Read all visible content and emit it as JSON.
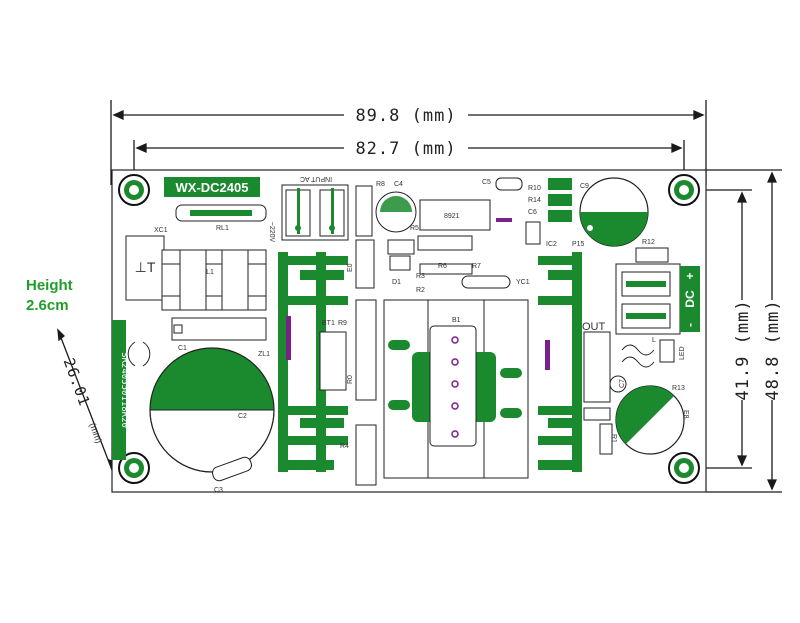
{
  "height_note": {
    "line1": "Height",
    "line2": "2.6cm"
  },
  "dimensions": {
    "overall_width": "89.8 (mm)",
    "hole_spacing_width": "82.7 (mm)",
    "hole_spacing_height": "41.9 (mm)",
    "overall_height": "48.8 (mm)",
    "diagonal_value": "26.01",
    "diagonal_unit": "(mm)"
  },
  "board": {
    "model": "WX-DC2405",
    "input_label": "INPUT AC",
    "voltage_label": "~220V",
    "output_label": "OUT",
    "dc_label": "DC",
    "dc_plus": "+",
    "dc_minus": "-",
    "side_code": "SR240550118R20",
    "components": {
      "xc1": "XC1",
      "rl1": "RL1",
      "l1": "L1",
      "c1": "C1",
      "zl1": "ZL1",
      "c2": "C2",
      "c3": "C3",
      "r8": "R8",
      "c4": "C4",
      "r5": "R5",
      "ic": "8921",
      "c5": "C5",
      "r10": "R10",
      "r14": "R14",
      "c6": "C6",
      "ic2": "IC2",
      "p15": "P15",
      "c9": "C9",
      "r12": "R12",
      "r3": "R3",
      "r2": "R2",
      "r6": "R6",
      "r7": "R7",
      "yc1": "YC1",
      "d1": "D1",
      "bt1": "BT1",
      "r9": "R9",
      "b1": "B1",
      "r0": "R0",
      "r4": "R4",
      "e0": "E0",
      "l": "L",
      "led": "LED",
      "c7": "C7",
      "r13": "R13",
      "r1": "R1",
      "e8": "E8",
      "tt": "⊥T"
    }
  }
}
